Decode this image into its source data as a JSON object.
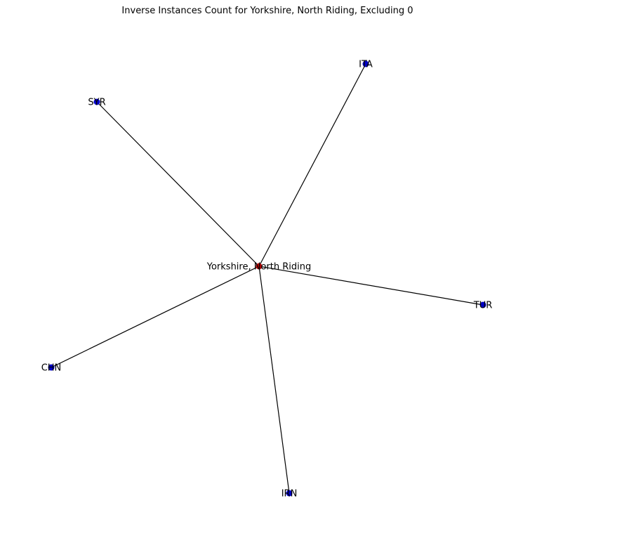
{
  "title": "Inverse Instances Count for Yorkshire, North Riding, Excluding 0",
  "colors": {
    "center_node": "#b40000",
    "leaf_node": "#0000c8",
    "edge": "#000000",
    "label": "#000000"
  },
  "graph": {
    "center": {
      "id": "center",
      "label": "Yorkshire, North Riding"
    },
    "nodes": [
      {
        "id": "ITA",
        "label": "ITA"
      },
      {
        "id": "SYR",
        "label": "SYR"
      },
      {
        "id": "TUR",
        "label": "TUR"
      },
      {
        "id": "CHN",
        "label": "CHN"
      },
      {
        "id": "IRN",
        "label": "IRN"
      }
    ],
    "edges": [
      {
        "source": "center",
        "target": "ITA"
      },
      {
        "source": "center",
        "target": "SYR"
      },
      {
        "source": "center",
        "target": "TUR"
      },
      {
        "source": "center",
        "target": "CHN"
      },
      {
        "source": "center",
        "target": "IRN"
      }
    ]
  }
}
